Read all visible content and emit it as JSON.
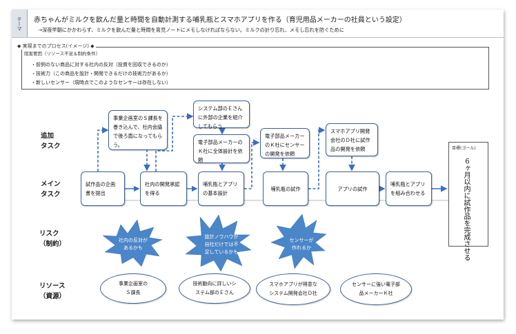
{
  "theme": {
    "tag": "テーマ",
    "title": "赤ちゃんがミルクを飲んだ量と時間を自動計測する哺乳瓶とスマホアプリを作る（育児用品メーカーの社員という設定）",
    "subtitle": "→深夜早朝にかかわらず、ミルクを飲んだ量と時間を育児ノートにメモしなければならない。ミルクの計り忘れ、メモし忘れを防ぐために"
  },
  "process_label": "実現までのプロセス(イメージ)",
  "preconditions": {
    "label": "阻害要因（リソース不足＆制約条件）",
    "items": [
      "・前例のない商品に対する社内の反対（投資を回収できるのか）",
      "・技術力（この商品を設計・開発できるだけの技術力があるか）",
      "・新しいセンサー（現時点でこのようなセンサーは存在しない）"
    ]
  },
  "row_labels": {
    "additional": [
      "追加",
      "タスク"
    ],
    "main": [
      "メイン",
      "タスク"
    ],
    "risk": [
      "リスク",
      "（制約）"
    ],
    "resource": [
      "リソース",
      "（資源）"
    ]
  },
  "additional_tasks": [
    "事業企画室のＳ課長を巻き込んで、社内会議で後ろ盾になってもらう。",
    "システム部のＥさんに外部の企業を紹介してもらう",
    "電子部品メーカーのＫ社に全体設計を依頼",
    "電子部品メーカーのＫ社にセンサーの開発を依頼",
    "スマホアプリ開発会社のＤ社に試作品の開発を依頼"
  ],
  "main_tasks": [
    "試作品の企画書を提出",
    "社内の開発承認を得る",
    "哺乳瓶とアプリの基本設計",
    "哺乳瓶の試作",
    "アプリの試作",
    "哺乳瓶とアプリを組み合わせる"
  ],
  "goal": {
    "label": "目標(ゴール)",
    "text": "６ヶ月以内に試作品を完成させる"
  },
  "risks": [
    [
      "社内の反対が",
      "あるかも"
    ],
    [
      "設計ノウハウが",
      "自社だけでは不",
      "足しているかも"
    ],
    [
      "センサーが",
      "作れるか"
    ]
  ],
  "resources": [
    [
      "事業企画室の",
      "Ｓ課長"
    ],
    [
      "技術動向に詳しいシ",
      "ステム部のＥさん"
    ],
    [
      "スマホアプリが得意な",
      "システム開発会社Ｄ社"
    ],
    [
      "センサーに強い電子部",
      "品メーカーＫ社"
    ]
  ],
  "colors": {
    "box_border": "#3a5f98",
    "star_fill": "#4a86c8",
    "arrow": "#3a6fc0"
  }
}
